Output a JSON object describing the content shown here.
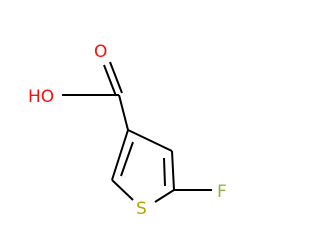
{
  "molecule": {
    "atoms": {
      "oxygen_carbonyl": "O",
      "hydroxyl": "HO",
      "sulfur": "S",
      "fluorine": "F"
    },
    "colors": {
      "bond": "#000000",
      "oxygen": "#ff0d0d",
      "sulfur": "#b5a600",
      "fluorine": "#8fb44a"
    }
  }
}
